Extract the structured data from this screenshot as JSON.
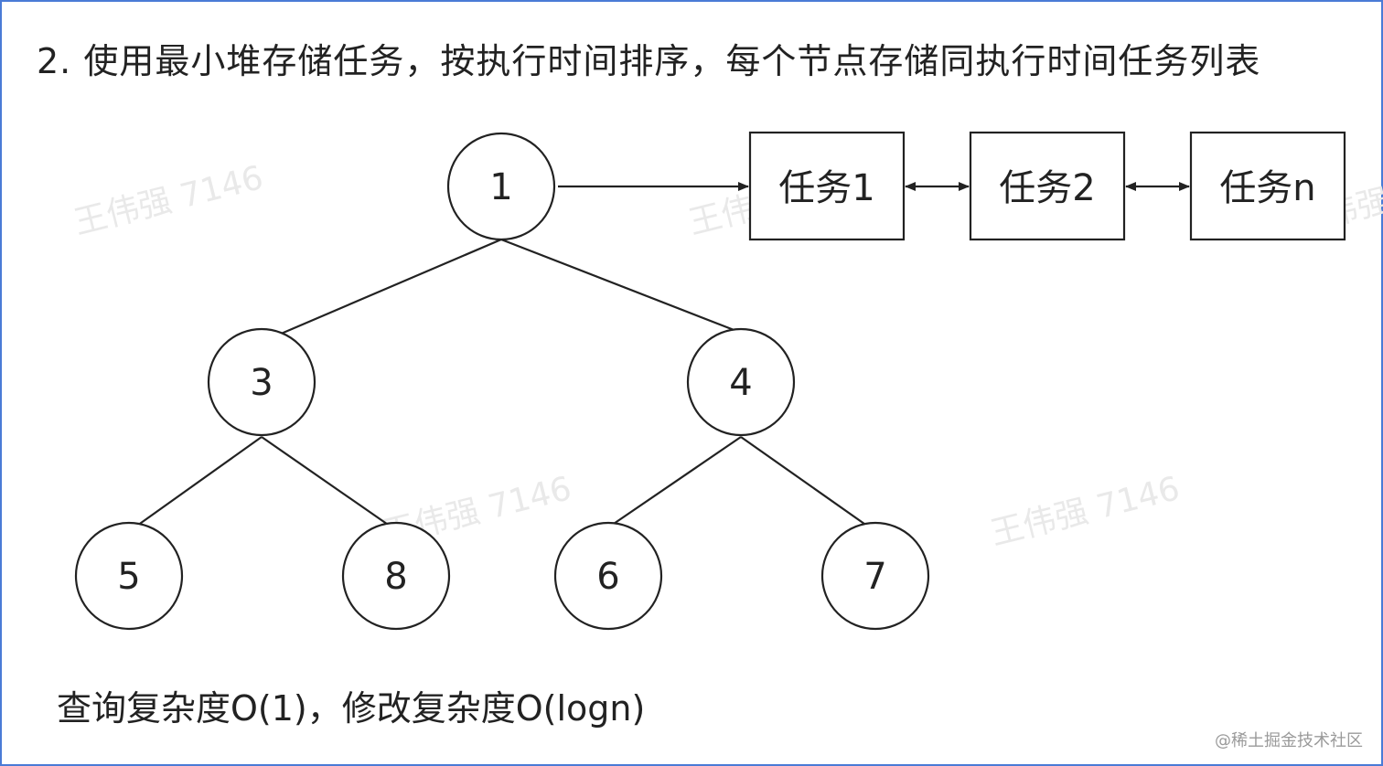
{
  "title": "2. 使用最小堆存储任务，按执行时间排序，每个节点存储同执行时间任务列表",
  "heap_nodes": [
    "1",
    "3",
    "4",
    "5",
    "8",
    "6",
    "7"
  ],
  "task_list": [
    "任务1",
    "任务2",
    "任务n"
  ],
  "footer": "查询复杂度O(1)，修改复杂度O(logn)",
  "watermark": "王伟强 7146",
  "credit": "@稀土掘金技术社区",
  "colors": {
    "frame": "#4a7bd6",
    "stroke": "#222222",
    "text": "#222222",
    "watermark": "#e9e9e9"
  }
}
